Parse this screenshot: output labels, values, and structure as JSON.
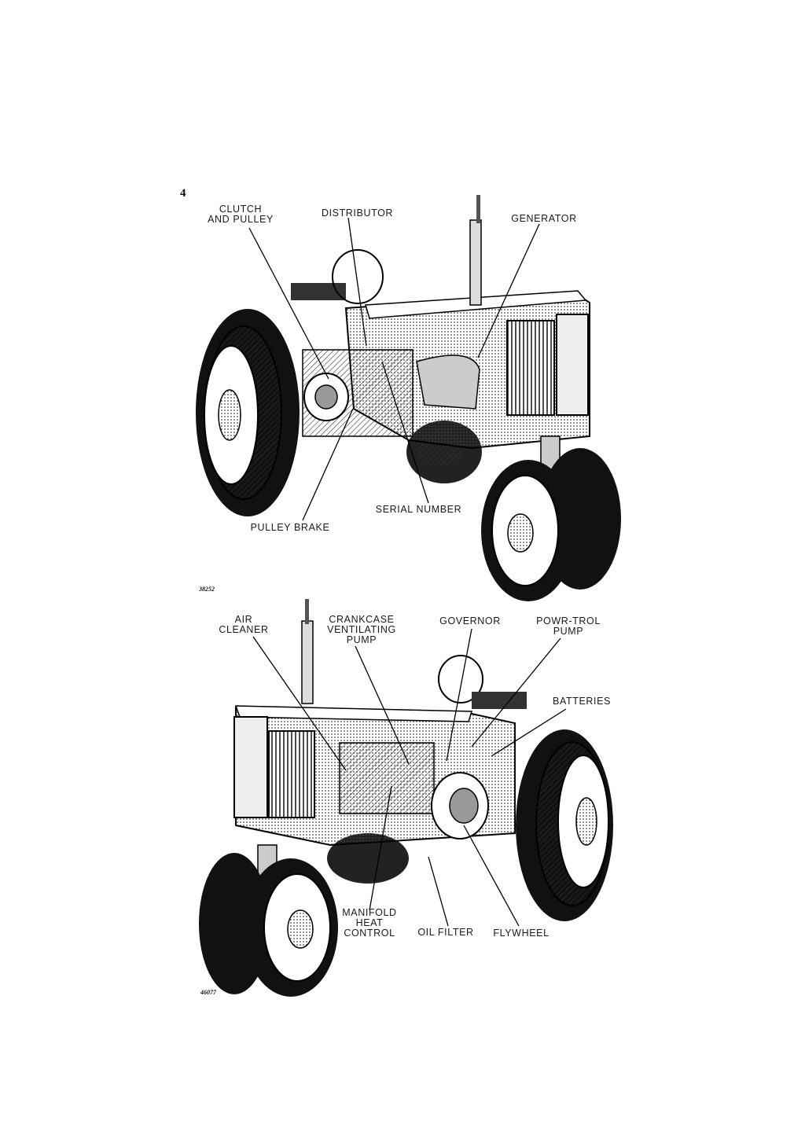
{
  "page": {
    "number": "4"
  },
  "figure1": {
    "number": "38252",
    "labels": {
      "clutch_pulley": "CLUTCH\nAND PULLEY",
      "distributor": "DISTRIBUTOR",
      "generator": "GENERATOR",
      "serial_number": "SERIAL NUMBER",
      "pulley_brake": "PULLEY BRAKE"
    }
  },
  "figure2": {
    "number": "46077",
    "labels": {
      "air_cleaner": "AIR\nCLEANER",
      "crankcase_pump": "CRANKCASE\nVENTILATING\nPUMP",
      "governor": "GOVERNOR",
      "powr_trol_pump": "POWR-TROL\nPUMP",
      "batteries": "BATTERIES",
      "manifold_heat_control": "MANIFOLD\nHEAT\nCONTROL",
      "oil_filter": "OIL FILTER",
      "flywheel": "FLYWHEEL"
    }
  }
}
